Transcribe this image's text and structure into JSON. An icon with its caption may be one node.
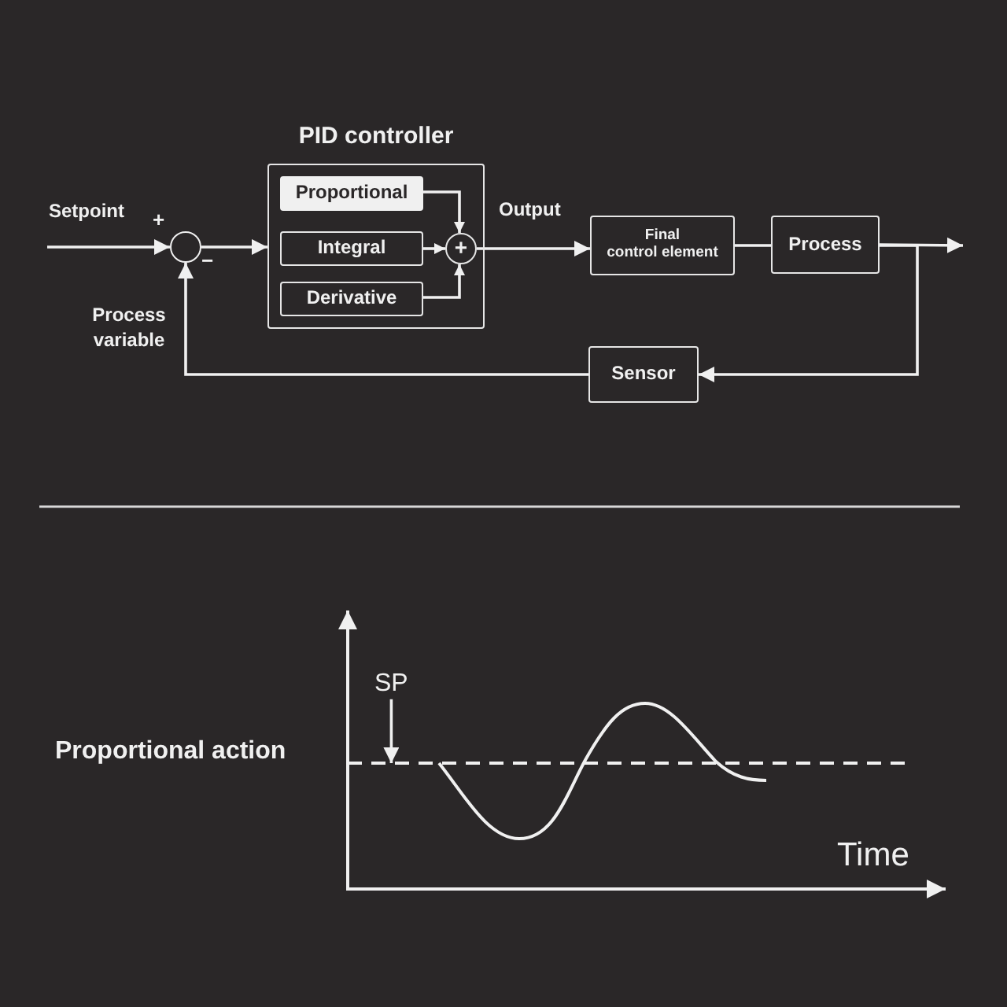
{
  "diagram": {
    "nodes": [
      {
        "text": [],
        "shape": "circle",
        "beside": [
          "+",
          "−"
        ]
      },
      {
        "text": [
          "PID controller"
        ]
      },
      {
        "text": [
          "Proportional"
        ],
        "in": 1
      },
      {
        "text": [
          "Integral"
        ],
        "in": 1
      },
      {
        "text": [
          "Derivative"
        ],
        "in": 1
      },
      {
        "text": [
          "+"
        ],
        "in": 1
      },
      {
        "text": [
          "Final control element"
        ]
      },
      {
        "text": [
          "Process"
        ]
      },
      {
        "text": [
          "Sensor"
        ]
      },
      {
        "text": [
          "SP"
        ]
      },
      {
        "text": [],
        "shape": "line"
      }
    ],
    "edges": [
      {
        "from": null,
        "to": 0,
        "arrow": "to",
        "label": "Setpoint"
      },
      {
        "from": 0,
        "to": 1,
        "arrow": "to"
      },
      {
        "from": 2,
        "to": 5,
        "arrow": "to"
      },
      {
        "from": 3,
        "to": 5,
        "arrow": "to"
      },
      {
        "from": 4,
        "to": 5,
        "arrow": "to"
      },
      {
        "from": 5,
        "to": 6,
        "arrow": "to",
        "label": "Output"
      },
      {
        "from": 6,
        "to": 7,
        "arrow": "none"
      },
      {
        "from": 7,
        "to": null,
        "arrow": "to"
      },
      {
        "from": 7,
        "to": 8,
        "arrow": "to"
      },
      {
        "from": 8,
        "to": 0,
        "arrow": "to",
        "label": "Process variable"
      },
      {
        "from": 9,
        "to": 10,
        "arrow": "to"
      }
    ],
    "labels": [
      "Proportional action",
      "Time"
    ]
  }
}
